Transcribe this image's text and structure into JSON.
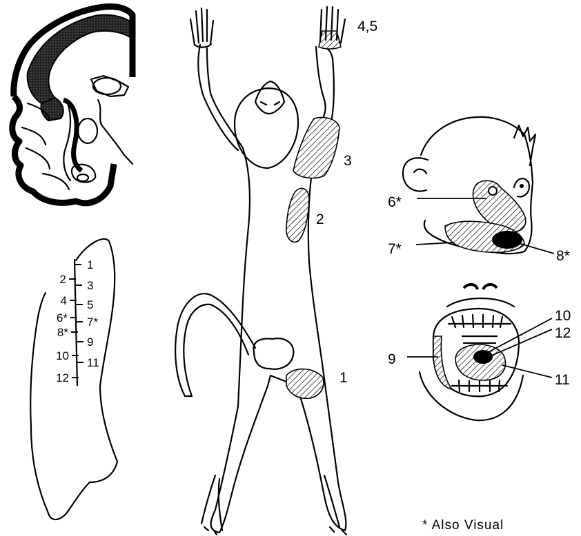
{
  "figure": {
    "body_labels": {
      "l1": "1",
      "l2": "2",
      "l3": "3",
      "l45": "4,5"
    },
    "face_labels": {
      "l6": "6*",
      "l7": "7*",
      "l8": "8*"
    },
    "mouth_labels": {
      "l9": "9",
      "l10": "10",
      "l11": "11",
      "l12": "12"
    },
    "map_ticks": {
      "right": [
        "1",
        "3",
        "5",
        "7*",
        "9",
        "11"
      ],
      "left": [
        "2",
        "4",
        "6*",
        "8*",
        "10",
        "12"
      ]
    },
    "footnote": "* Also Visual"
  },
  "colors": {
    "ink": "#000000",
    "paper": "#ffffff"
  }
}
